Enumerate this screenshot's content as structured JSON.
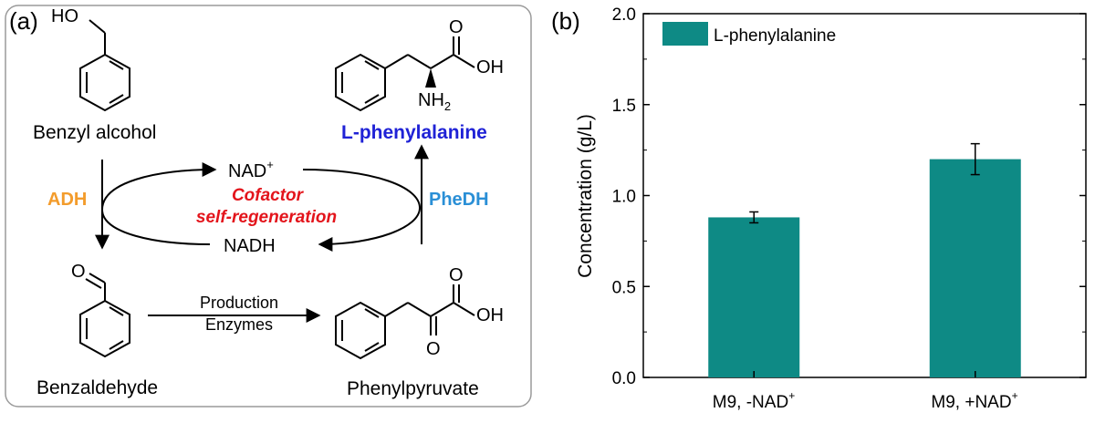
{
  "panel_a": {
    "label": "(a)",
    "benzyl_alcohol": "Benzyl alcohol",
    "ho": "HO",
    "benzaldehyde": "Benzaldehyde",
    "aldehyde_o": "O",
    "phenylpyruvate": "Phenylpyruvate",
    "phenylpyruvate_o1": "O",
    "phenylpyruvate_o2": "O",
    "phenylpyruvate_oh": "OH",
    "l_phenylalanine": "L-phenylalanine",
    "phe_o": "O",
    "phe_oh": "OH",
    "phe_nh": "NH",
    "phe_nh_sub": "2",
    "nad_plus": "NAD",
    "nad_plus_sup": "+",
    "nadh": "NADH",
    "adh": "ADH",
    "phedh": "PheDH",
    "cofactor_line1": "Cofactor",
    "cofactor_line2": "self-regeneration",
    "production_line1": "Production",
    "production_line2": "Enzymes",
    "colors": {
      "adh": "#f39c2c",
      "phedh": "#2a8fd6",
      "l_phenylalanine": "#1f22d6",
      "cofactor": "#e3141b"
    }
  },
  "panel_b": {
    "label": "(b)",
    "x_tick_1": "M9, -NAD",
    "x_tick_1_sup": "+",
    "x_tick_2": "M9, +NAD",
    "x_tick_2_sup": "+",
    "legend_label": "L-phenylalanine"
  },
  "chart_data": {
    "type": "bar",
    "categories": [
      "M9, -NAD+",
      "M9, +NAD+"
    ],
    "series": [
      {
        "name": "L-phenylalanine",
        "values": [
          0.88,
          1.2
        ],
        "errors": [
          0.03,
          0.085
        ],
        "color": "#0e8a85"
      }
    ],
    "xlabel": "",
    "ylabel": "Concentration (g/L)",
    "ylim": [
      0,
      2.0
    ],
    "yticks": [
      "0.0",
      "0.5",
      "1.0",
      "1.5",
      "2.0"
    ],
    "grid": false,
    "legend_position": "top-left"
  }
}
